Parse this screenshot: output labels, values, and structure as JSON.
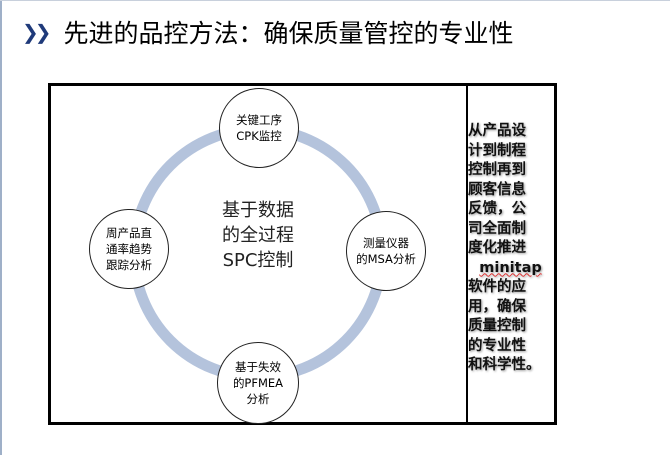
{
  "title": "先进的品控方法：确保质量管控的专业性",
  "center": [
    "基于数据",
    "的全过程",
    "SPC控制"
  ],
  "nodes": {
    "top": [
      "关键工序",
      "CPK监控"
    ],
    "right": [
      "测量仪器",
      "的MSA分析"
    ],
    "bottom": [
      "基于失效",
      "的PFMEA",
      "分析"
    ],
    "left": [
      "周产品直",
      "通率趋势",
      "跟踪分析"
    ]
  },
  "side_text": [
    "从产品设",
    "计到制程",
    "控制再到",
    "顾客信息",
    "反馈，公",
    "司全面制",
    "度化推进",
    "minitap",
    "软件的应",
    "用，确保",
    "质量控制",
    "的专业性",
    "和科学性。"
  ],
  "colors": {
    "ring": "#b4c3dc",
    "chevron": "#1f3a7a"
  }
}
